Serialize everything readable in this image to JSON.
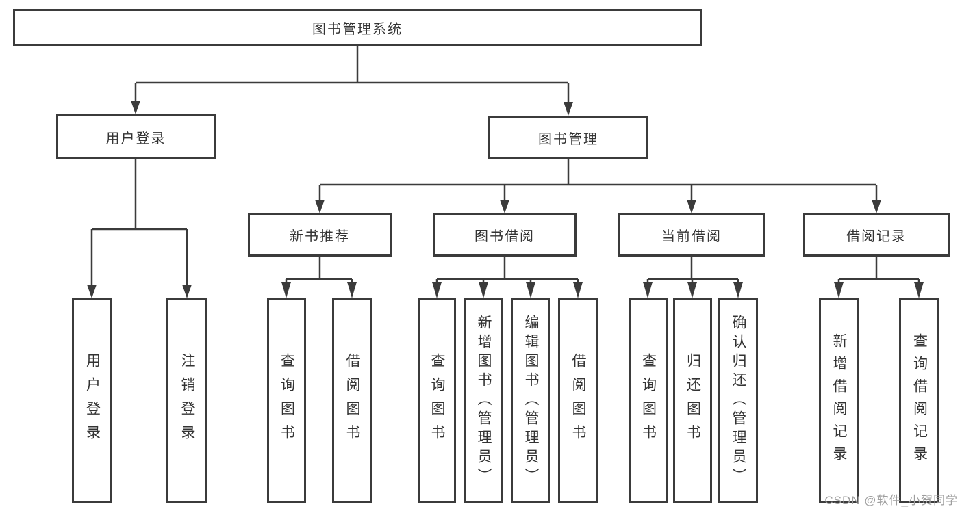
{
  "nodes": {
    "root": {
      "label": "图书管理系统"
    },
    "user_login": {
      "label": "用户登录"
    },
    "book_mgmt": {
      "label": "图书管理"
    },
    "new_book_rec": {
      "label": "新书推荐"
    },
    "book_borrow": {
      "label": "图书借阅"
    },
    "current_borrow": {
      "label": "当前借阅"
    },
    "borrow_records": {
      "label": "借阅记录"
    },
    "leaf_user_login": {
      "label": "用户登录"
    },
    "leaf_logout": {
      "label": "注销登录"
    },
    "leaf_query_books_rec": {
      "label": "查询图书"
    },
    "leaf_borrow_books_rec": {
      "label": "借阅图书"
    },
    "leaf_query_books_borrow": {
      "label": "查询图书"
    },
    "leaf_add_books": {
      "label": "新增图书（管理员）"
    },
    "leaf_edit_books": {
      "label": "编辑图书（管理员）"
    },
    "leaf_borrow_books_borrow": {
      "label": "借阅图书"
    },
    "leaf_query_books_current": {
      "label": "查询图书"
    },
    "leaf_return_books": {
      "label": "归还图书"
    },
    "leaf_confirm_return": {
      "label": "确认归还（管理员）"
    },
    "leaf_add_record": {
      "label": "新增借阅记录"
    },
    "leaf_query_record": {
      "label": "查询借阅记录"
    }
  },
  "hierarchy": {
    "root": "图书管理系统",
    "children": [
      {
        "label": "用户登录",
        "children": [
          "用户登录",
          "注销登录"
        ]
      },
      {
        "label": "图书管理",
        "children": [
          {
            "label": "新书推荐",
            "children": [
              "查询图书",
              "借阅图书"
            ]
          },
          {
            "label": "图书借阅",
            "children": [
              "查询图书",
              "新增图书（管理员）",
              "编辑图书（管理员）",
              "借阅图书"
            ]
          },
          {
            "label": "当前借阅",
            "children": [
              "查询图书",
              "归还图书",
              "确认归还（管理员）"
            ]
          },
          {
            "label": "借阅记录",
            "children": [
              "新增借阅记录",
              "查询借阅记录"
            ]
          }
        ]
      }
    ]
  },
  "watermark": {
    "text": "CSDN @软件_小贺同学"
  },
  "colors": {
    "line": "#3b3b3b",
    "text": "#333333",
    "background": "#ffffff",
    "watermark": "#9e9e9e"
  }
}
